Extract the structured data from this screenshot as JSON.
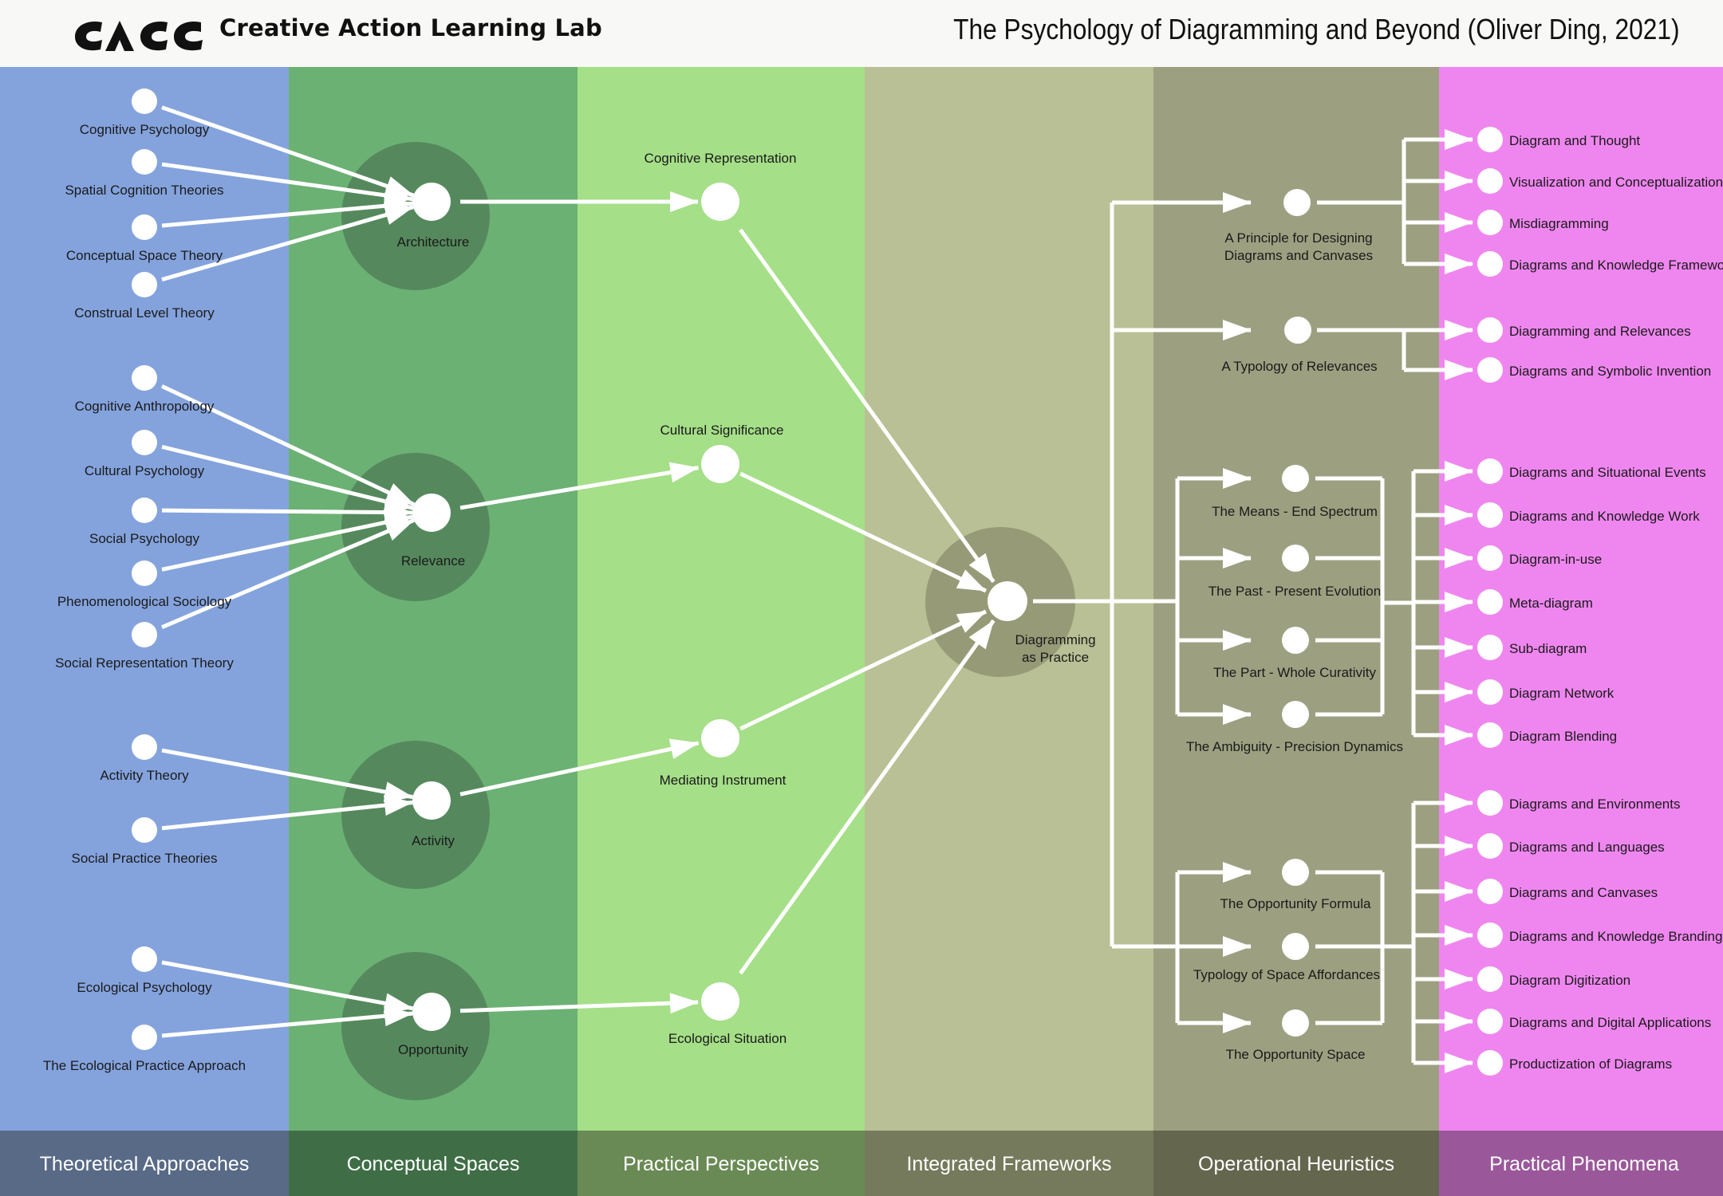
{
  "header": {
    "brand": "Creative Action Learning Lab",
    "title": "The Psychology of Diagramming and Beyond (Oliver Ding, 2021)"
  },
  "columns": [
    {
      "label": "Theoretical Approaches",
      "color": "#84a3dd",
      "footer": "#586a86"
    },
    {
      "label": "Conceptual Spaces",
      "color": "#6bb174",
      "footer": "#3f6e46"
    },
    {
      "label": "Practical Perspectives",
      "color": "#a5df88",
      "footer": "#6a8a55"
    },
    {
      "label": "Integrated Frameworks",
      "color": "#b9c095",
      "footer": "#767a5c"
    },
    {
      "label": "Operational Heuristics",
      "color": "#9ca080",
      "footer": "#64664e"
    },
    {
      "label": "Practical Phenomena",
      "color": "#ef86ef",
      "footer": "#9a589a"
    }
  ],
  "theories": [
    "Cognitive Psychology",
    "Spatial Cognition Theories",
    "Conceptual Space Theory",
    "Construal Level Theory",
    "Cognitive Anthropology",
    "Cultural Psychology",
    "Social Psychology",
    "Phenomenological Sociology",
    "Social Representation Theory",
    "Activity Theory",
    "Social Practice Theories",
    "Ecological Psychology",
    "The Ecological Practice Approach"
  ],
  "spaces": [
    "Architecture",
    "Relevance",
    "Activity",
    "Opportunity"
  ],
  "perspectives": [
    "Cognitive Representation",
    "Cultural Significance",
    "Mediating Instrument",
    "Ecological Situation"
  ],
  "framework": [
    "Diagramming",
    "as Practice"
  ],
  "heuristics": {
    "principle": [
      "A Principle for Designing",
      "Diagrams and Canvases"
    ],
    "typology": "A Typology of Relevances",
    "group_a": [
      "The Means - End Spectrum",
      "The Past - Present Evolution",
      "The Part - Whole Curativity",
      "The Ambiguity - Precision Dynamics"
    ],
    "group_b": [
      "The Opportunity Formula",
      "Typology of Space Affordances",
      "The Opportunity Space"
    ]
  },
  "phenomena": [
    "Diagram and Thought",
    "Visualization and Conceptualization",
    "Misdiagramming",
    "Diagrams and Knowledge Frameworks",
    "Diagramming and Relevances",
    "Diagrams and Symbolic Invention",
    "Diagrams and Situational Events",
    "Diagrams and Knowledge Work",
    "Diagram-in-use",
    "Meta-diagram",
    "Sub-diagram",
    "Diagram Network",
    "Diagram Blending",
    "Diagrams and Environments",
    "Diagrams and Languages",
    "Diagrams and Canvases",
    "Diagrams and Knowledge Branding",
    "Diagram Digitization",
    "Diagrams and Digital Applications",
    "Productization of Diagrams"
  ]
}
